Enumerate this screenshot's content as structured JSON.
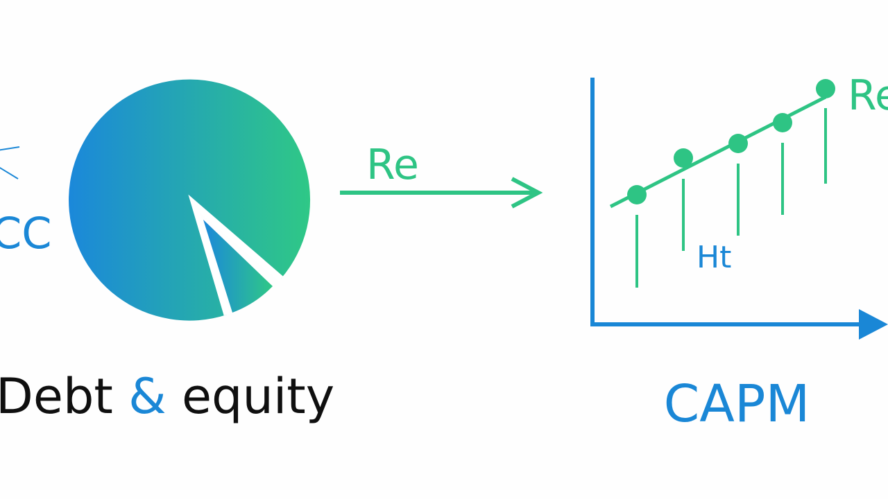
{
  "colors": {
    "blue": "#1a87d6",
    "green": "#2ec484",
    "black": "#0f0f0f",
    "background": "#fefefe",
    "gradient_start": "#1b88da",
    "gradient_end": "#2fc886"
  },
  "left_fragment": {
    "text": "CC"
  },
  "pie": {
    "caption_part1": "Debt",
    "caption_amp": "&",
    "caption_part2": "equity"
  },
  "arrow": {
    "label": "Re"
  },
  "capm_chart": {
    "line_label": "Re",
    "inner_label": "Ht",
    "caption": "CAPM"
  }
}
